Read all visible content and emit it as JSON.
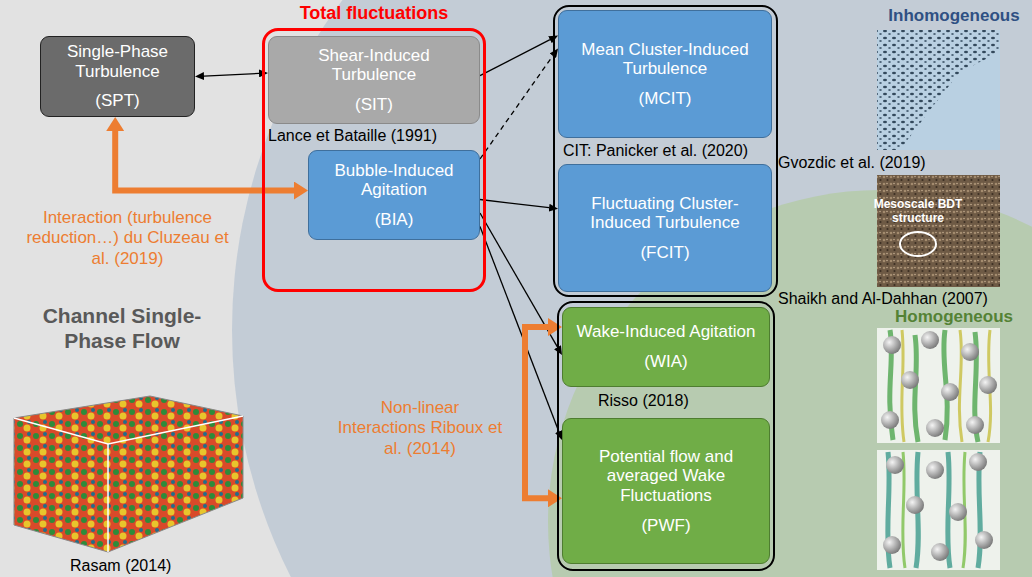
{
  "diagram": {
    "nodes": [
      {
        "text": [
          "Single-Phase Turbulence",
          "(SPT)"
        ]
      },
      {
        "text": [
          "Total fluctuations",
          "Lance et Bataille (1991)"
        ]
      },
      {
        "text": [
          "Shear-Induced Turbulence",
          "(SIT)"
        ],
        "in": 1
      },
      {
        "text": [
          "Bubble-Induced Agitation",
          "(BIA)"
        ],
        "in": 1
      },
      {
        "text": [
          "CIT: Panicker et al. (2020)"
        ]
      },
      {
        "text": [
          "Mean Cluster-Induced Turbulence",
          "(MCIT)"
        ],
        "in": 4
      },
      {
        "text": [
          "Fluctuating Cluster-Induced Turbulence",
          "(FCIT)"
        ],
        "in": 4
      },
      {
        "text": [
          "Risso (2018)"
        ]
      },
      {
        "text": [
          "Wake-Induced Agitation",
          "(WIA)"
        ],
        "in": 7
      },
      {
        "text": [
          "Potential flow and averaged Wake Fluctuations",
          "(PWF)"
        ],
        "in": 7
      }
    ],
    "edges": [
      {
        "from": 0,
        "to": 2,
        "arrow": "both"
      },
      {
        "from": 2,
        "to": 5,
        "arrow": "to"
      },
      {
        "from": 3,
        "to": 5,
        "arrow": "to"
      },
      {
        "from": 3,
        "to": 6,
        "arrow": "to"
      },
      {
        "from": 3,
        "to": 8,
        "arrow": "to"
      },
      {
        "from": 3,
        "to": 9,
        "arrow": "to"
      },
      {
        "from": 0,
        "to": 3,
        "arrow": "both",
        "label": "Interaction (turbulence reduction…) du Cluzeau et al. (2019)"
      },
      {
        "from": 8,
        "to": 9,
        "arrow": "both",
        "label": "Non-linear Interactions Riboux et al. (2014)"
      }
    ],
    "labels": [
      "Inhomogeneous",
      "Gvozdic et al. (2019)",
      "Mesoscale BDT structure",
      "Shaikh and Al-Dahhan (2007)",
      "Homogeneous",
      "Channel Single-Phase Flow",
      "Rasam (2014)"
    ]
  }
}
